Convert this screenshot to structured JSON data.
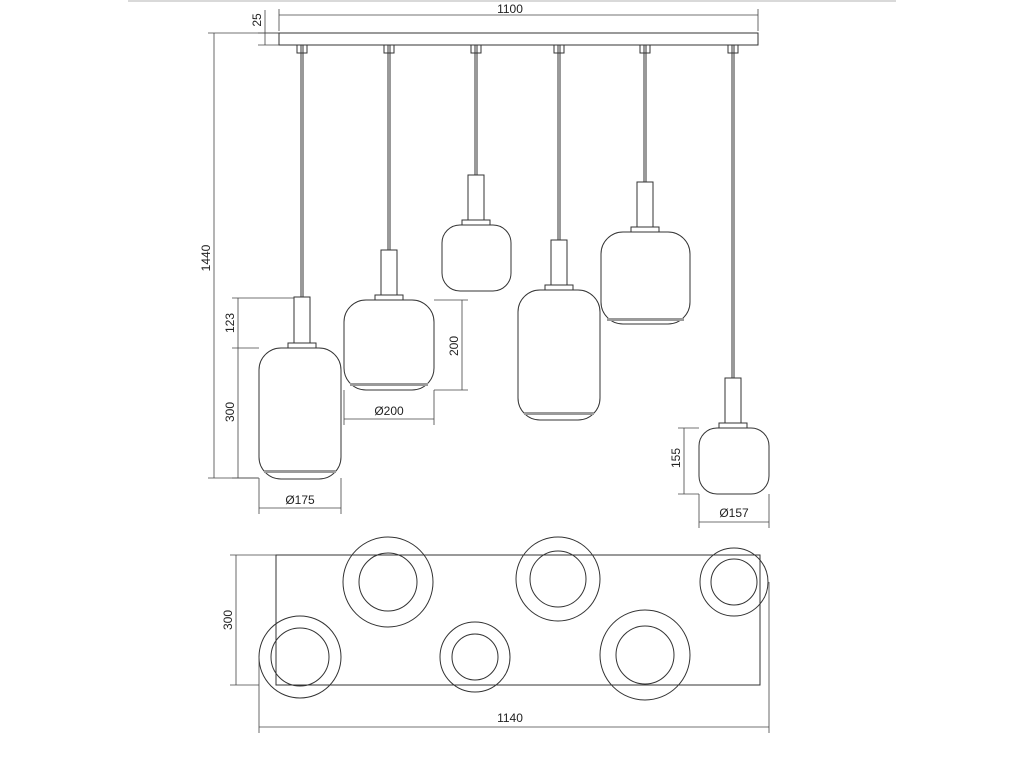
{
  "dimensions": {
    "canopy_width": "1100",
    "canopy_height": "25",
    "total_height": "1440",
    "neck_height": "123",
    "large_height": "300",
    "large_diameter": "Ø175",
    "medium_height": "200",
    "medium_diameter": "Ø200",
    "small_height": "155",
    "small_diameter": "Ø157",
    "plan_depth": "300",
    "plan_width": "1140"
  }
}
